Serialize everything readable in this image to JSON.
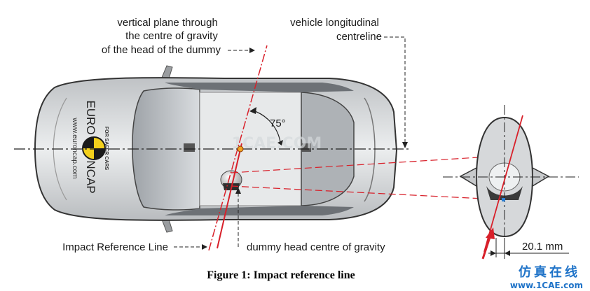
{
  "labels": {
    "vertical_plane": [
      "vertical plane through",
      "the centre of gravity",
      "of the head of the dummy"
    ],
    "longitudinal": [
      "vehicle longitudinal",
      "centreline"
    ],
    "impact_line": "Impact Reference Line",
    "head_cog": "dummy head centre of gravity",
    "angle": "75°",
    "offset": "20.1 mm"
  },
  "logo": {
    "euro": "EURO",
    "ncap": "NCAP",
    "url": "www.euroncap.com",
    "tagline": "FOR SAFER CARS"
  },
  "caption": "Figure 1: Impact reference line",
  "watermark": {
    "chinese": "仿真在线",
    "site": "www.1CAE.com",
    "faint": "1CAE.COM"
  },
  "colors": {
    "red": "#d8202a",
    "blue": "#2a7fd4",
    "watermark_blue": "#1f73c8"
  }
}
